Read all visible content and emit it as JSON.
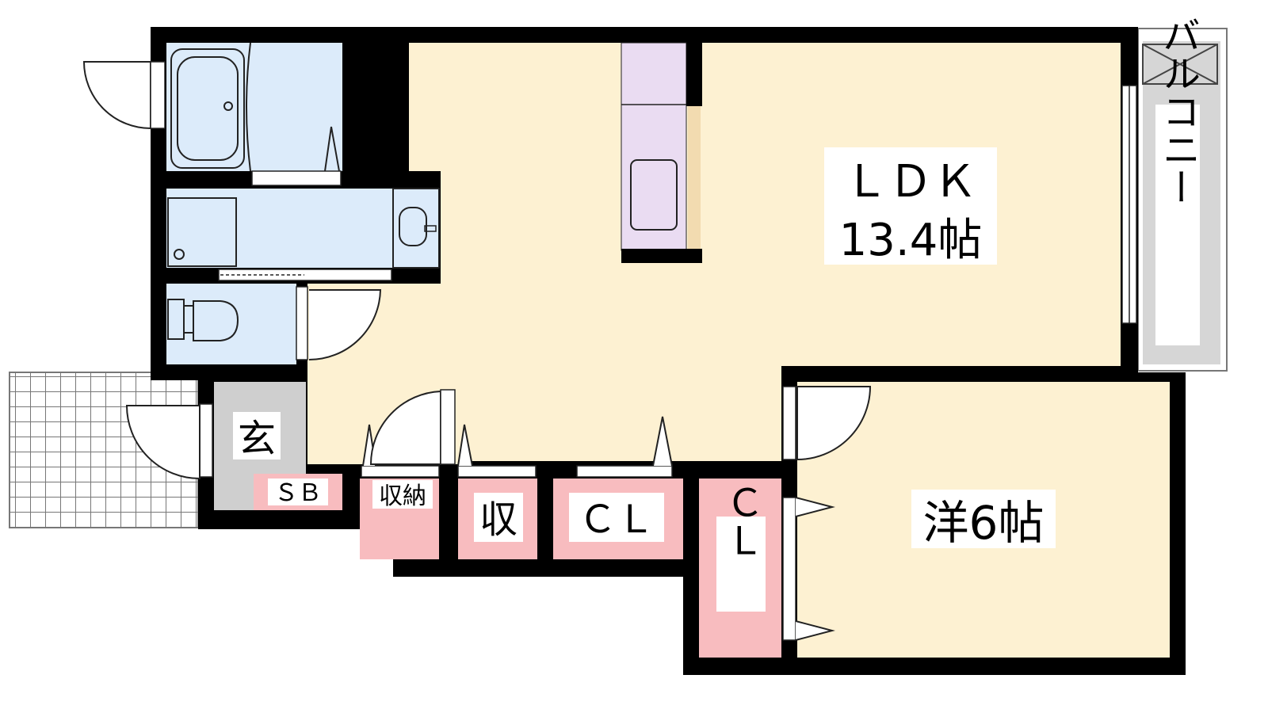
{
  "colors": {
    "wall": "#000000",
    "living": "#fdf1d2",
    "wet": "#dcebfa",
    "kitchen": "#eadcf2",
    "storage": "#f8bcbf",
    "genkan": "#cfcfcf",
    "balcony": "#d6d6d6",
    "tile_line": "#777777"
  },
  "rooms": {
    "ldk_name": "ＬＤＫ",
    "ldk_size": "13.4帖",
    "western": "洋6帖",
    "genkan": "玄",
    "shoebox": "ＳＢ",
    "storage_small": "収納",
    "storage": "収",
    "closet_1": "ＣＬ",
    "closet_2": "ＣＬ",
    "balcony": "バルコニー"
  }
}
